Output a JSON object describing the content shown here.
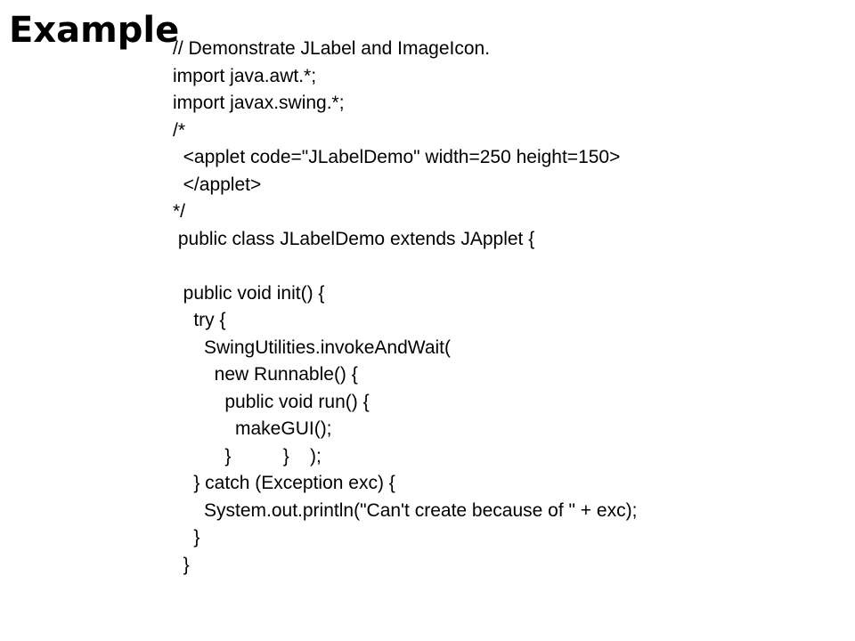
{
  "slide": {
    "title": "Example"
  },
  "code": {
    "lines": [
      "// Demonstrate JLabel and ImageIcon.",
      "import java.awt.*;",
      "import javax.swing.*;",
      "/*",
      "  <applet code=\"JLabelDemo\" width=250 height=150>",
      "  </applet>",
      "*/",
      " public class JLabelDemo extends JApplet {",
      "",
      "  public void init() {",
      "    try {",
      "      SwingUtilities.invokeAndWait(",
      "        new Runnable() {",
      "          public void run() {",
      "            makeGUI();",
      "          }          }    );",
      "    } catch (Exception exc) {",
      "      System.out.println(\"Can't create because of \" + exc);",
      "    }",
      "  }"
    ]
  }
}
